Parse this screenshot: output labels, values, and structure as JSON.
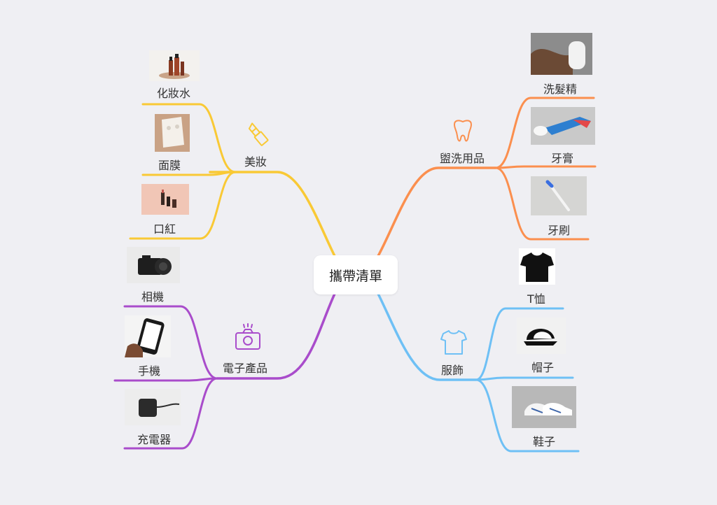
{
  "central": {
    "label": "攜帶清單"
  },
  "colors": {
    "beauty": "#f9c935",
    "toiletries": "#fb8f4e",
    "electronics": "#a94ccb",
    "clothing": "#6ec0f5"
  },
  "branches": {
    "beauty": {
      "label": "美妝",
      "icon": "lipstick-icon",
      "items": [
        {
          "label": "化妝水"
        },
        {
          "label": "面膜"
        },
        {
          "label": "口紅"
        }
      ]
    },
    "toiletries": {
      "label": "盥洗用品",
      "icon": "tooth-icon",
      "items": [
        {
          "label": "洗髮精"
        },
        {
          "label": "牙膏"
        },
        {
          "label": "牙刷"
        }
      ]
    },
    "electronics": {
      "label": "電子產品",
      "icon": "camera-icon",
      "items": [
        {
          "label": "相機"
        },
        {
          "label": "手機"
        },
        {
          "label": "充電器"
        }
      ]
    },
    "clothing": {
      "label": "服飾",
      "icon": "tshirt-icon",
      "items": [
        {
          "label": "T恤"
        },
        {
          "label": "帽子"
        },
        {
          "label": "鞋子"
        }
      ]
    }
  }
}
